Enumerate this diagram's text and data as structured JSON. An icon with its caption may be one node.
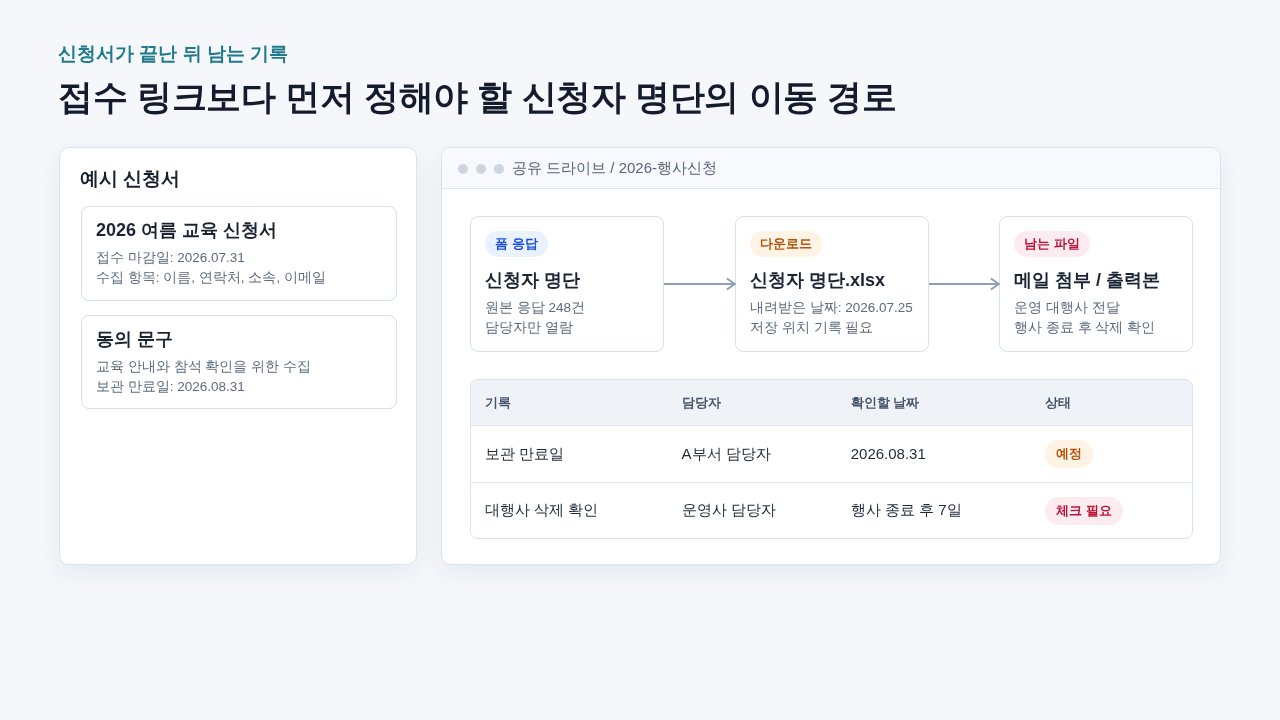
{
  "diagram": {
    "title": "접수 링크보다 먼저 정해야 할 신청자 명단의 이동 경로",
    "nodes": [
      {
        "text": [
          "예시 신청서"
        ]
      },
      {
        "text": [
          "2026 여름 교육 신청서",
          "접수 마감일: 2026.07.31",
          "수집 항목: 이름, 연락처, 소속, 이메일"
        ],
        "in": 0
      },
      {
        "text": [
          "동의 문구",
          "교육 안내와 참석 확인을 위한 수집",
          "보관 만료일: 2026.08.31"
        ],
        "in": 0
      },
      {
        "text": [
          "공유 드라이브 / 2026-행사신청"
        ]
      },
      {
        "text": [
          "폼 응답",
          "신청자 명단",
          "원본 응답 248건",
          "담당자만 열람"
        ],
        "in": 3
      },
      {
        "text": [
          "다운로드",
          "신청자 명단.xlsx",
          "내려받은 날짜: 2026.07.25",
          "저장 위치 기록 필요"
        ],
        "in": 3
      },
      {
        "text": [
          "남는 파일",
          "메일 첨부 / 출력본",
          "운영 대행사 전달",
          "행사 종료 후 삭제 확인"
        ],
        "in": 3
      }
    ],
    "edges": [
      {
        "from": 4,
        "to": 5,
        "arrow": "to"
      },
      {
        "from": 5,
        "to": 6,
        "arrow": "to"
      }
    ],
    "labels": [
      "신청서가 끝난 뒤 남는 기록",
      "기록",
      "담당자",
      "확인할 날짜",
      "상태",
      "보관 만료일",
      "A부서 담당자",
      "2026.08.31",
      "예정",
      "대행사 삭제 확인",
      "운영사 담당자",
      "행사 종료 후 7일",
      "체크 필요"
    ]
  }
}
